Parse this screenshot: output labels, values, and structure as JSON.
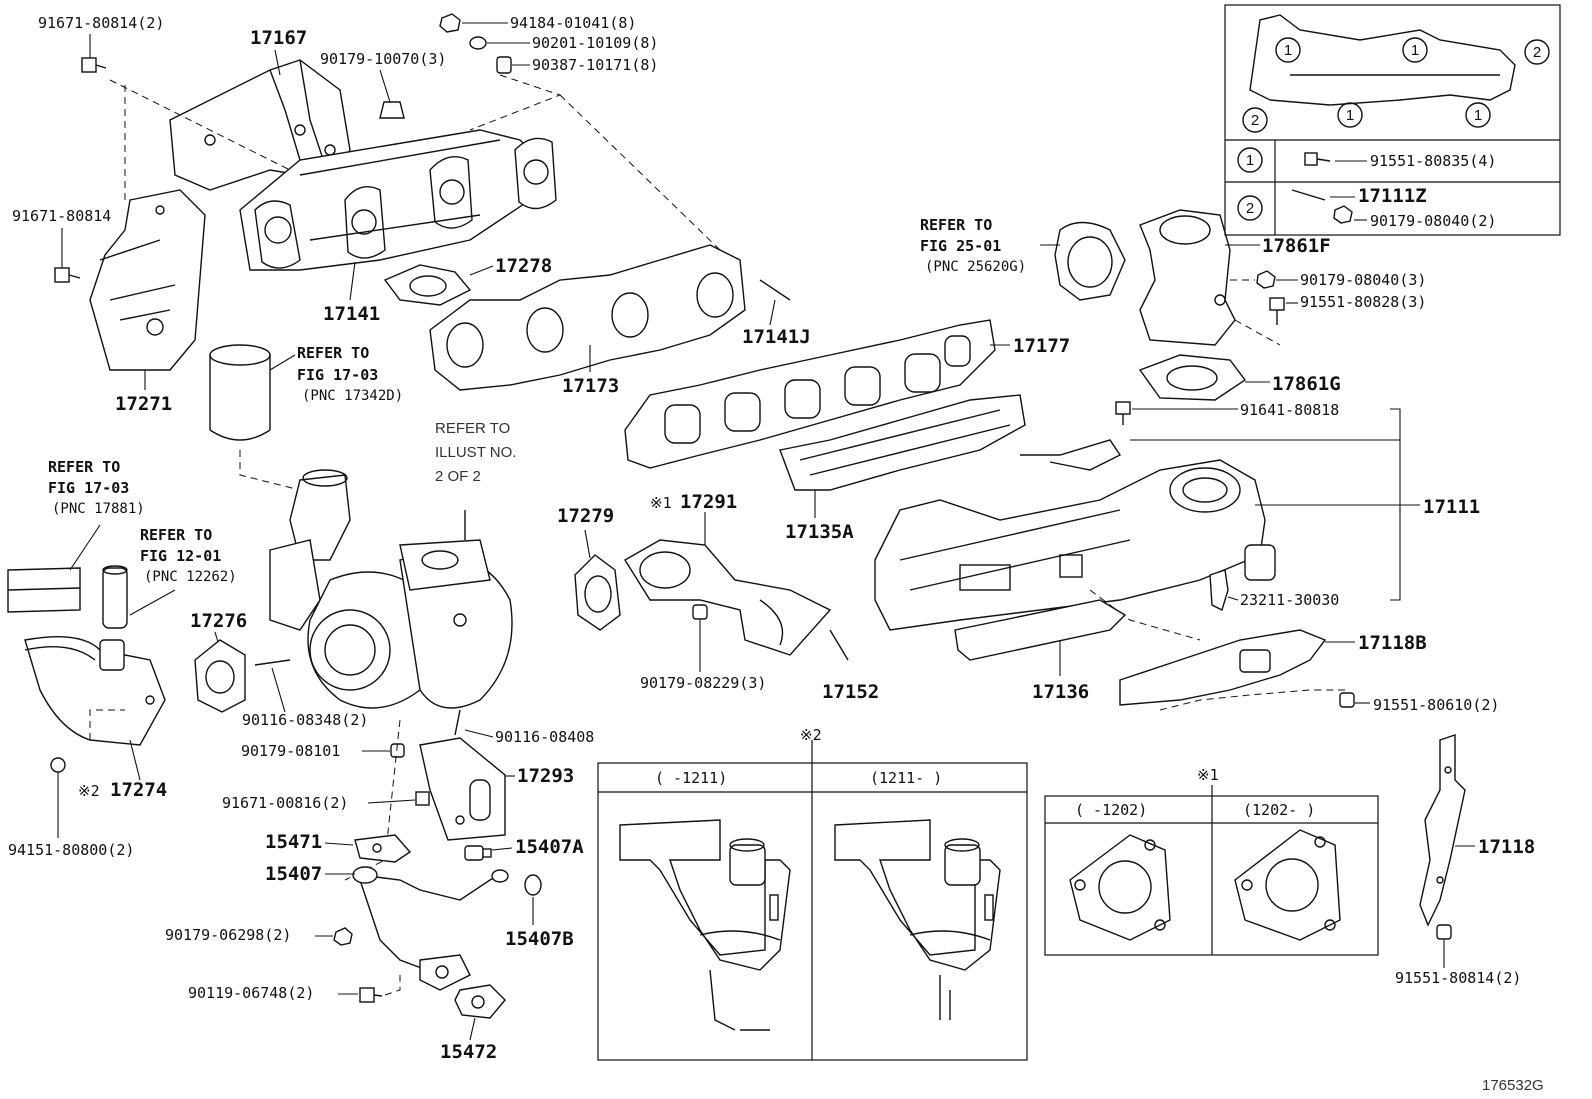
{
  "figure_code": "176532G",
  "parts": {
    "p17167": "17167",
    "p91671_80814_2": "91671-80814(2)",
    "p91671_80814": "91671-80814",
    "p17271": "17271",
    "p94184": "94184-01041(8)",
    "p90201": "90201-10109(8)",
    "p90387": "90387-10171(8)",
    "p90179_10070": "90179-10070(3)",
    "p17141": "17141",
    "p17278": "17278",
    "p17141J": "17141J",
    "p17173": "17173",
    "p17177": "17177",
    "p17135A": "17135A",
    "p17861F": "17861F",
    "p90179_08040_3": "90179-08040(3)",
    "p91551_80828": "91551-80828(3)",
    "p17861G": "17861G",
    "p91641": "91641-80818",
    "p17111": "17111",
    "p23211": "23211-30030",
    "p17118B": "17118B",
    "p91551_80610": "91551-80610(2)",
    "p17136": "17136",
    "p17279": "17279",
    "p17291": "17291",
    "p90179_08229": "90179-08229(3)",
    "p17152": "17152",
    "p17276": "17276",
    "p90116_08348": "90116-08348(2)",
    "p90116_08408": "90116-08408",
    "p90179_08101": "90179-08101",
    "p17293": "17293",
    "p91671_00816": "91671-00816(2)",
    "p15471": "15471",
    "p15407A": "15407A",
    "p15407": "15407",
    "p15407B": "15407B",
    "p90179_06298": "90179-06298(2)",
    "p90119_06748": "90119-06748(2)",
    "p15472": "15472",
    "p17274": "17274",
    "p94151": "94151-80800(2)",
    "p17118": "17118",
    "p91551_80814_2": "91551-80814(2)"
  },
  "references": {
    "r1": {
      "l1": "REFER TO",
      "l2": "FIG 17-03",
      "l3": "(PNC 17342D)"
    },
    "r2": {
      "l1": "REFER TO",
      "l2": "FIG 17-03",
      "l3": "(PNC 17881)"
    },
    "r3": {
      "l1": "REFER TO",
      "l2": "FIG 12-01",
      "l3": "(PNC 12262)"
    },
    "r4": {
      "l1": "REFER TO",
      "l2": "FIG 25-01",
      "l3": "(PNC 25620G)"
    },
    "r5": {
      "l1": "REFER TO",
      "l2": "ILLUST NO.",
      "l3": "2 OF 2"
    }
  },
  "inset_top": {
    "mark1": "1",
    "mark2": "2",
    "row1": {
      "marker": "1",
      "part": "91551-80835(4)"
    },
    "row2": {
      "marker": "2",
      "part1": "17111Z",
      "part2": "90179-08040(2)"
    }
  },
  "notes": {
    "n1": "※1",
    "n2": "※2"
  },
  "inset_x2": {
    "title": "※2",
    "col1": "(     -1211)",
    "col2": "(1211-     )"
  },
  "inset_x1": {
    "title": "※1",
    "col1": "(     -1202)",
    "col2": "(1202-     )"
  }
}
